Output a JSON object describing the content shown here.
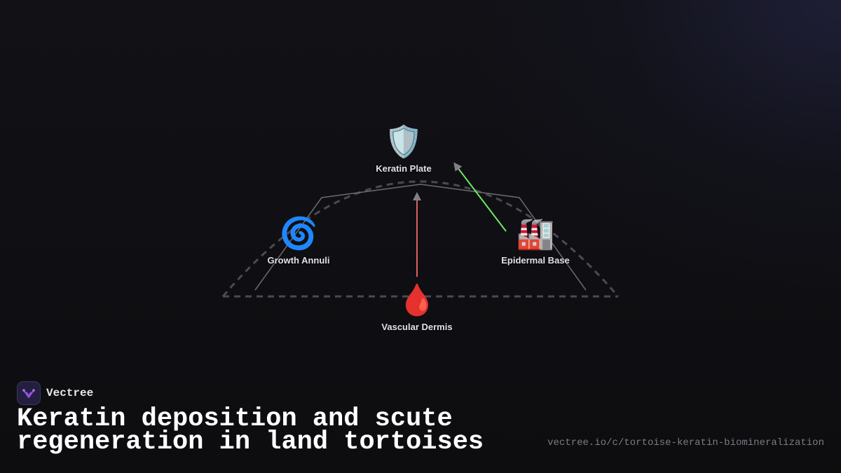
{
  "diagram": {
    "nodes": [
      {
        "id": "keratin_plate",
        "label": "Keratin Plate",
        "icon": "shield-icon",
        "glyph": "🛡️"
      },
      {
        "id": "growth_annuli",
        "label": "Growth Annuli",
        "icon": "spiral-icon",
        "glyph": "🌀"
      },
      {
        "id": "epidermal_base",
        "label": "Epidermal Base",
        "icon": "factory-icon",
        "glyph": "🏭"
      },
      {
        "id": "vascular_dermis",
        "label": "Vascular Dermis",
        "icon": "blood-drop-icon",
        "glyph": "🩸"
      }
    ],
    "edges": [
      {
        "from": "vascular_dermis",
        "to": "keratin_plate",
        "color": "#e0605a"
      },
      {
        "from": "epidermal_base",
        "to": "keratin_plate",
        "color": "#6ee860"
      }
    ],
    "colors": {
      "dome_outline": "#4a4a50",
      "frame_lines": "#6a6a70",
      "arrowhead": "#808088"
    }
  },
  "brand": {
    "name": "Vectree",
    "logo_icon": "vectree-logo-icon"
  },
  "footer": {
    "title": "Keratin deposition and scute regeneration in land tortoises",
    "url": "vectree.io/c/tortoise-keratin-biomineralization"
  }
}
